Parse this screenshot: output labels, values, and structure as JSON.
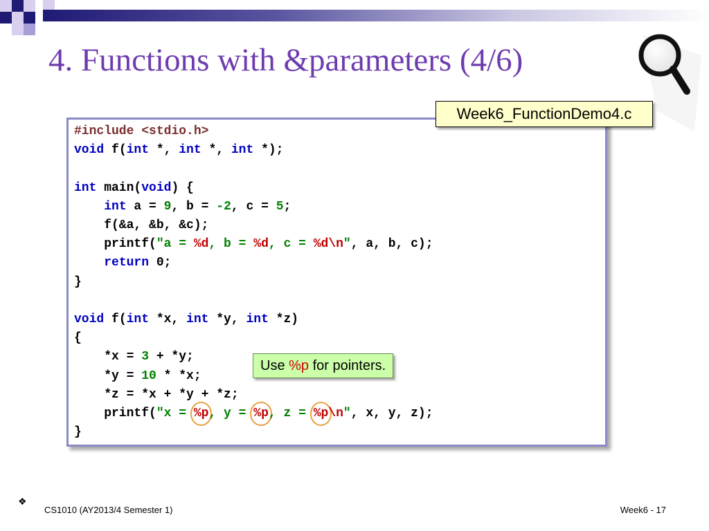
{
  "slide": {
    "title": "4. Functions with &parameters (4/6)"
  },
  "file_badge": "Week6_FunctionDemo4.c",
  "code": {
    "include_directive": "#include",
    "include_file": "<stdio.h>",
    "lines": [
      "#include <stdio.h>",
      "void f(int *, int *, int *);",
      "",
      "int main(void) {",
      "    int a = 9, b = -2, c = 5;",
      "    f(&a, &b, &c);",
      "    printf(\"a = %d, b = %d, c = %d\\n\", a, b, c);",
      "    return 0;",
      "}",
      "",
      "void f(int *x, int *y, int *z)",
      "{",
      "    *x = 3 + *y;",
      "    *y = 10 * *x;",
      "    *z = *x + *y + *z;",
      "    printf(\"x = %p, y = %p, z = %p\\n\", x, y, z);",
      "}"
    ]
  },
  "note": {
    "prefix": "Use ",
    "highlight": "%p",
    "suffix": " for pointers."
  },
  "footer": {
    "bullet_icon": "diamond-bullet-icon",
    "course": "CS1010 (AY2013/4 Semester 1)",
    "page": "Week6 - 17"
  },
  "colors": {
    "title": "#6f3cb0",
    "keyword": "#0000c0",
    "string": "#008000",
    "format": "#c00000",
    "badge_bg": "#ffffcc",
    "note_bg": "#ccffaa",
    "code_border": "#8a8ac8"
  }
}
